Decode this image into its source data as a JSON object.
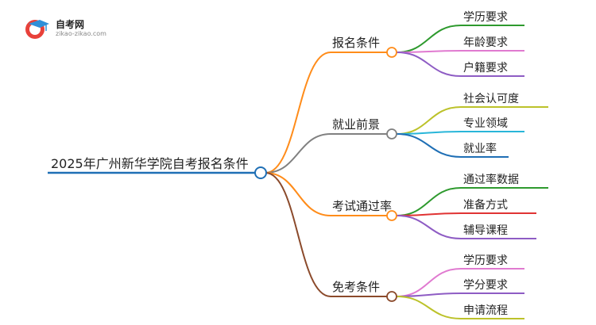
{
  "logo": {
    "title": "自考网",
    "url": "zikao-zikao.com"
  },
  "mindmap": {
    "root": "2025年广州新华学院自考报名条件",
    "branches": [
      {
        "label": "报名条件",
        "color": "#ff8c1a",
        "children": [
          {
            "label": "学历要求",
            "color": "#2e9a2e"
          },
          {
            "label": "年龄要求",
            "color": "#e07ad0"
          },
          {
            "label": "户籍要求",
            "color": "#8e5cc4"
          }
        ]
      },
      {
        "label": "就业前景",
        "color": "#808080",
        "children": [
          {
            "label": "社会认可度",
            "color": "#bcc22a"
          },
          {
            "label": "专业领域",
            "color": "#29b6d9"
          },
          {
            "label": "就业率",
            "color": "#1f6fb5"
          }
        ]
      },
      {
        "label": "考试通过率",
        "color": "#ff8c1a",
        "children": [
          {
            "label": "通过率数据",
            "color": "#2e9a2e"
          },
          {
            "label": "准备方式",
            "color": "#e03333"
          },
          {
            "label": "辅导课程",
            "color": "#8e5cc4"
          }
        ]
      },
      {
        "label": "免考条件",
        "color": "#8b4a2b",
        "children": [
          {
            "label": "学历要求",
            "color": "#e07ad0"
          },
          {
            "label": "学分要求",
            "color": "#8e5cc4"
          },
          {
            "label": "申请流程",
            "color": "#bcc22a"
          }
        ]
      }
    ]
  }
}
